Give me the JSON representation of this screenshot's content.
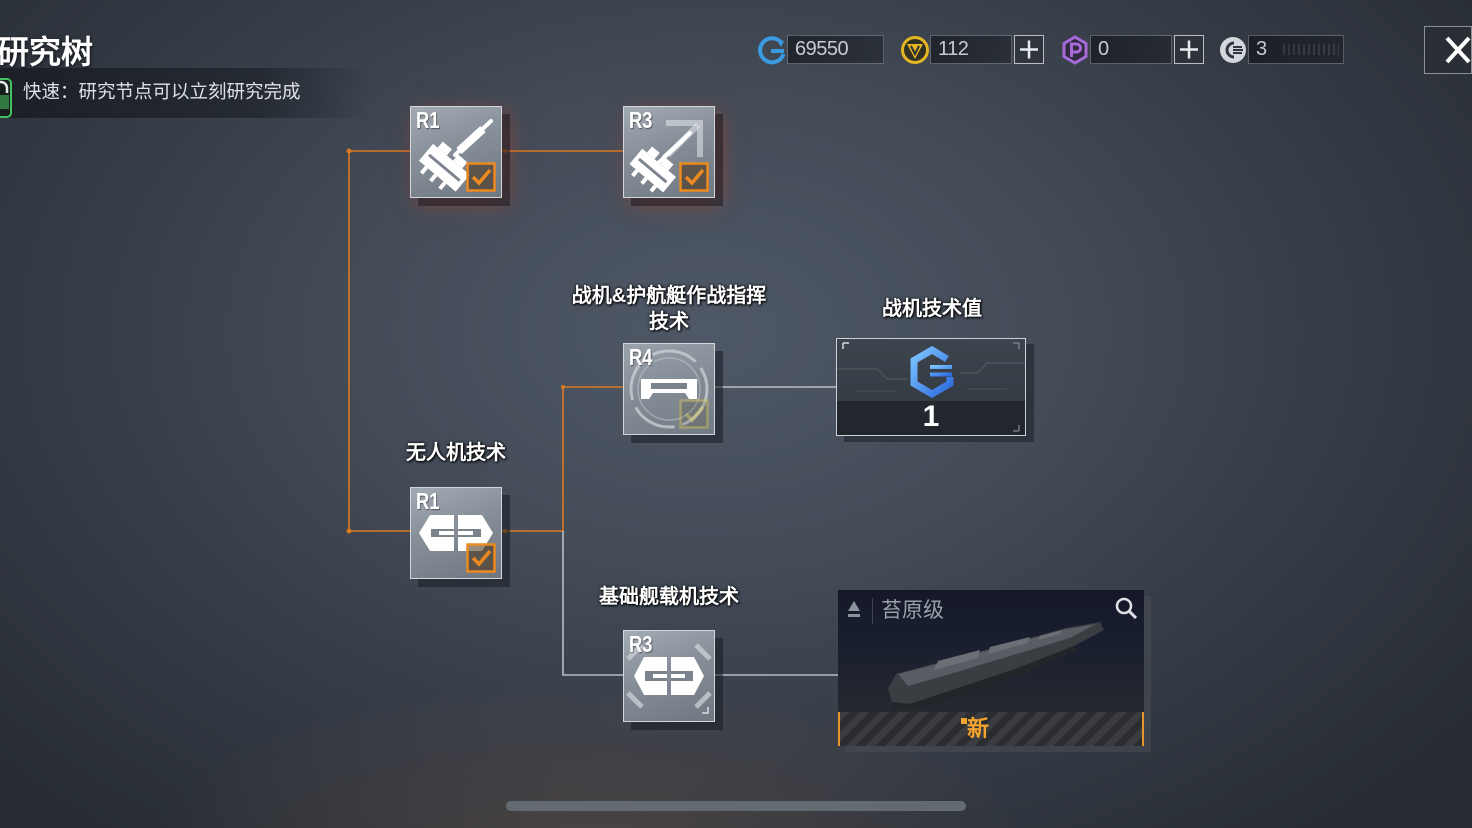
{
  "header": {
    "title": "研究树",
    "hint": "快速：研究节点可以立刻研究完成",
    "hint_icon": "lock-icon",
    "close_icon": "close-icon"
  },
  "resources": [
    {
      "icon": "cycle-credit-icon",
      "value": "69550",
      "color": "#3a9be2"
    },
    {
      "icon": "v-coin-icon",
      "value": "112",
      "color": "#e4b622",
      "add_icon": "plus-icon"
    },
    {
      "icon": "p-hexagon-icon",
      "value": "0",
      "color": "#a66ad9",
      "add_icon": "plus-icon"
    },
    {
      "icon": "c-token-icon",
      "value": "3",
      "color": "#d3d7db"
    }
  ],
  "tree": {
    "nodes": [
      {
        "rank": "R1",
        "icon": "turret-icon",
        "completed": true,
        "unlocked": true
      },
      {
        "rank": "R3",
        "icon": "turret-upgrade-icon",
        "completed": true,
        "unlocked": true
      },
      {
        "rank": "R4",
        "label": "战机&护航艇作战指挥技术",
        "icon": "command-ring-icon",
        "completed": false,
        "unlocked": true
      },
      {
        "rank": "R1",
        "label": "无人机技术",
        "icon": "drone-icon",
        "completed": true,
        "unlocked": true
      },
      {
        "rank": "R3",
        "label": "基础舰载机技术",
        "icon": "carrier-aircraft-icon",
        "completed": false,
        "unlocked": false
      }
    ],
    "tech_value": {
      "label": "战机技术值",
      "value": "1",
      "icon": "fighter-tech-icon"
    },
    "ship_card": {
      "name": "苔原级",
      "badge": "新",
      "rank_icon": "triangle-rank-icon",
      "inspect_icon": "magnifier-icon",
      "ship_icon": "carrier-ship-icon"
    }
  },
  "colors": {
    "accent": "#ec8a20",
    "connector_active": "#d97a22",
    "connector_inactive": "#b9bec3",
    "badge": "#f3a32e"
  }
}
